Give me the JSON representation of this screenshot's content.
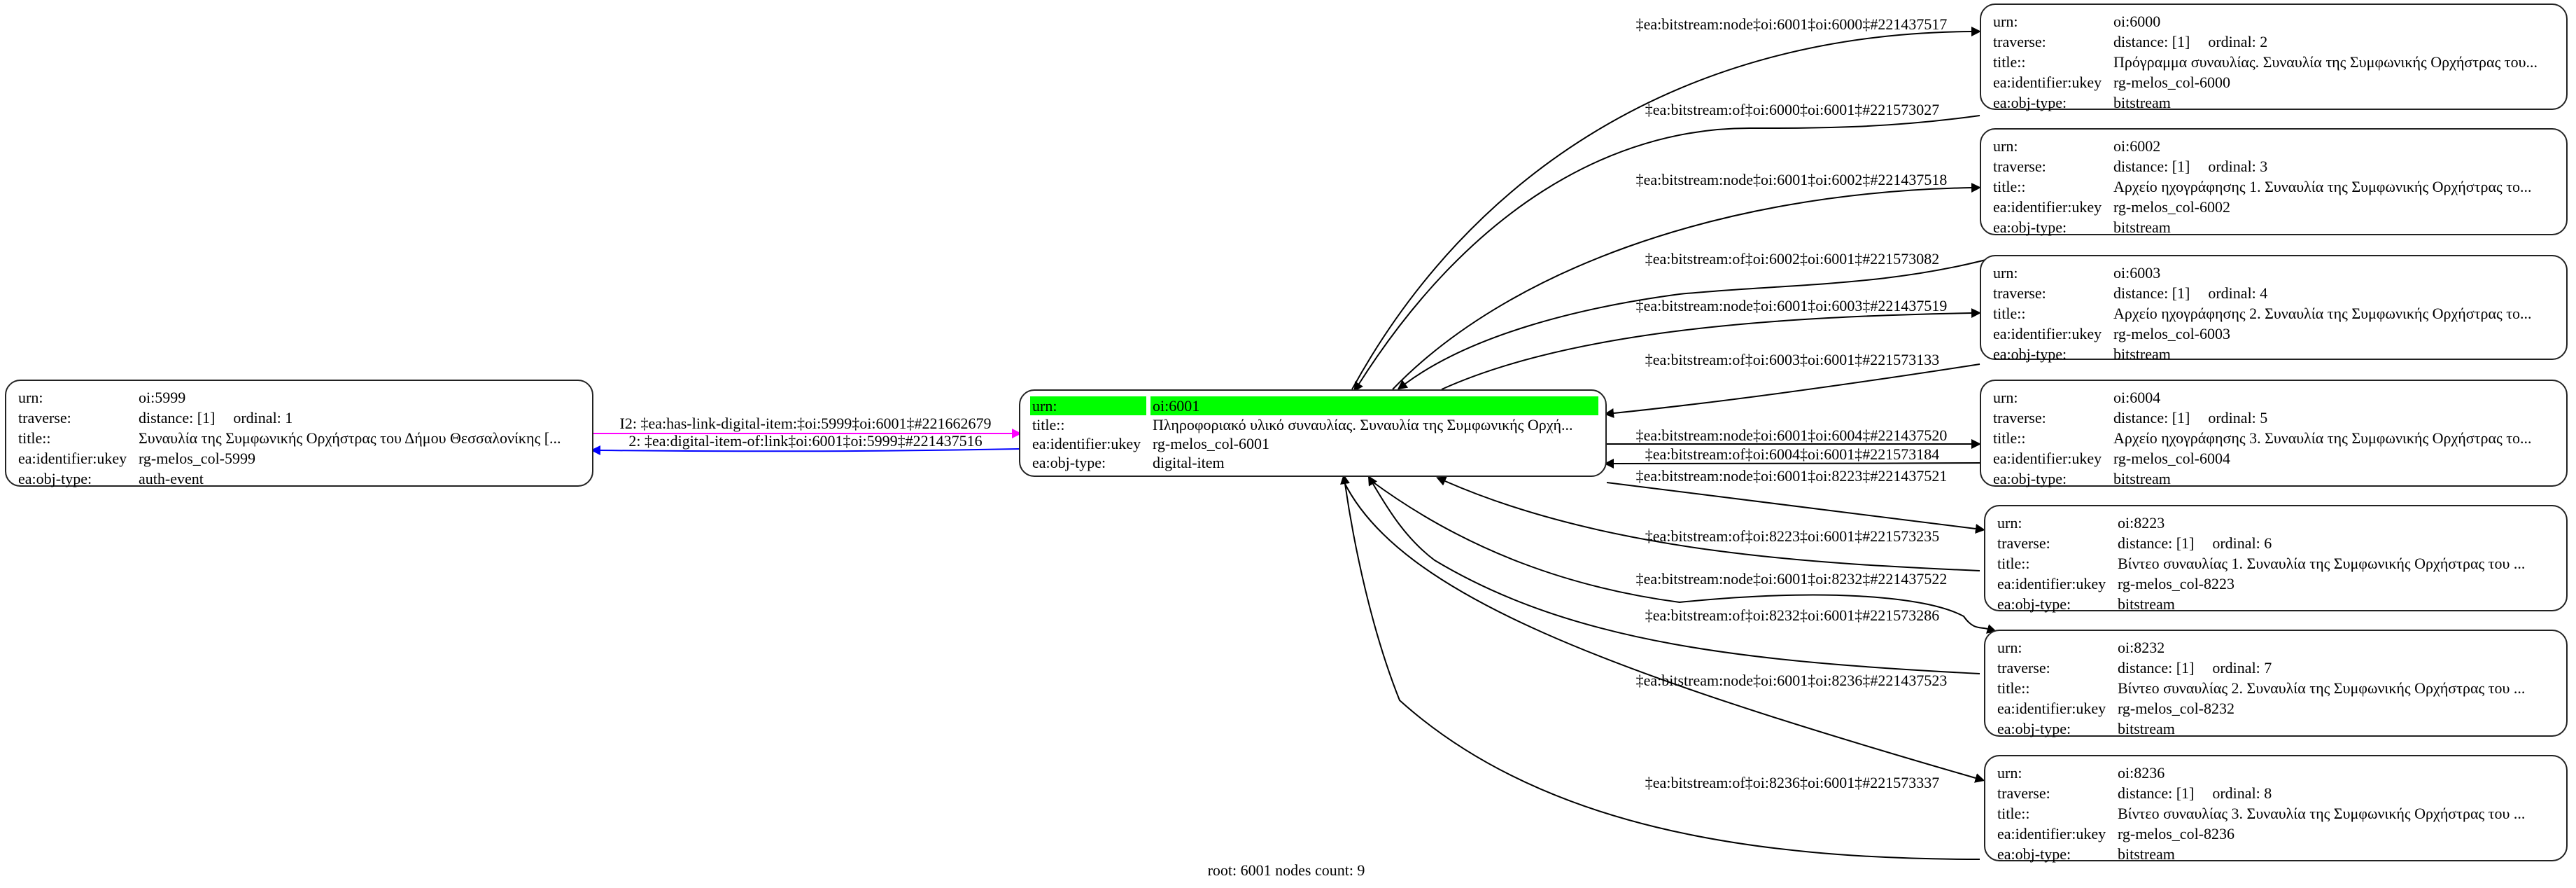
{
  "graph": {
    "footer": "root: 6001 nodes count: 9",
    "root_highlight_color": "#00ff00",
    "nodes": [
      {
        "id": "5999",
        "rows": [
          {
            "k": "urn:",
            "v": "oi:5999"
          },
          {
            "k": "traverse:",
            "v": "distance: [1]",
            "v2": "ordinal: 1"
          },
          {
            "k": "title::",
            "v": "Συναυλία της Συμφωνικής Ορχήστρας του Δήμου Θεσσαλονίκης [..."
          },
          {
            "k": "ea:identifier:ukey",
            "v": "rg-melos_col-5999"
          },
          {
            "k": "ea:obj-type:",
            "v": "auth-event"
          }
        ]
      },
      {
        "id": "6001",
        "root": true,
        "rows": [
          {
            "k": "urn:",
            "v": "oi:6001"
          },
          {
            "k": "title::",
            "v": "Πληροφοριακό υλικό συναυλίας. Συναυλία της Συμφωνικής Ορχή..."
          },
          {
            "k": "ea:identifier:ukey",
            "v": "rg-melos_col-6001"
          },
          {
            "k": "ea:obj-type:",
            "v": "digital-item"
          }
        ]
      },
      {
        "id": "6000",
        "rows": [
          {
            "k": "urn:",
            "v": "oi:6000"
          },
          {
            "k": "traverse:",
            "v": "distance: [1]",
            "v2": "ordinal: 2"
          },
          {
            "k": "title::",
            "v": "Πρόγραμμα συναυλίας. Συναυλία της Συμφωνικής Ορχήστρας του..."
          },
          {
            "k": "ea:identifier:ukey",
            "v": "rg-melos_col-6000"
          },
          {
            "k": "ea:obj-type:",
            "v": "bitstream"
          }
        ]
      },
      {
        "id": "6002",
        "rows": [
          {
            "k": "urn:",
            "v": "oi:6002"
          },
          {
            "k": "traverse:",
            "v": "distance: [1]",
            "v2": "ordinal: 3"
          },
          {
            "k": "title::",
            "v": "Αρχείο ηχογράφησης 1. Συναυλία της Συμφωνικής Ορχήστρας το..."
          },
          {
            "k": "ea:identifier:ukey",
            "v": "rg-melos_col-6002"
          },
          {
            "k": "ea:obj-type:",
            "v": "bitstream"
          }
        ]
      },
      {
        "id": "6003",
        "rows": [
          {
            "k": "urn:",
            "v": "oi:6003"
          },
          {
            "k": "traverse:",
            "v": "distance: [1]",
            "v2": "ordinal: 4"
          },
          {
            "k": "title::",
            "v": "Αρχείο ηχογράφησης 2. Συναυλία της Συμφωνικής Ορχήστρας το..."
          },
          {
            "k": "ea:identifier:ukey",
            "v": "rg-melos_col-6003"
          },
          {
            "k": "ea:obj-type:",
            "v": "bitstream"
          }
        ]
      },
      {
        "id": "6004",
        "rows": [
          {
            "k": "urn:",
            "v": "oi:6004"
          },
          {
            "k": "traverse:",
            "v": "distance: [1]",
            "v2": "ordinal: 5"
          },
          {
            "k": "title::",
            "v": "Αρχείο ηχογράφησης 3. Συναυλία της Συμφωνικής Ορχήστρας το..."
          },
          {
            "k": "ea:identifier:ukey",
            "v": "rg-melos_col-6004"
          },
          {
            "k": "ea:obj-type:",
            "v": "bitstream"
          }
        ]
      },
      {
        "id": "8223",
        "rows": [
          {
            "k": "urn:",
            "v": "oi:8223"
          },
          {
            "k": "traverse:",
            "v": "distance: [1]",
            "v2": "ordinal: 6"
          },
          {
            "k": "title::",
            "v": "Βίντεο συναυλίας 1. Συναυλία της Συμφωνικής Ορχήστρας του ..."
          },
          {
            "k": "ea:identifier:ukey",
            "v": "rg-melos_col-8223"
          },
          {
            "k": "ea:obj-type:",
            "v": "bitstream"
          }
        ]
      },
      {
        "id": "8232",
        "rows": [
          {
            "k": "urn:",
            "v": "oi:8232"
          },
          {
            "k": "traverse:",
            "v": "distance: [1]",
            "v2": "ordinal: 7"
          },
          {
            "k": "title::",
            "v": "Βίντεο συναυλίας 2. Συναυλία της Συμφωνικής Ορχήστρας του ..."
          },
          {
            "k": "ea:identifier:ukey",
            "v": "rg-melos_col-8232"
          },
          {
            "k": "ea:obj-type:",
            "v": "bitstream"
          }
        ]
      },
      {
        "id": "8236",
        "rows": [
          {
            "k": "urn:",
            "v": "oi:8236"
          },
          {
            "k": "traverse:",
            "v": "distance: [1]",
            "v2": "ordinal: 8"
          },
          {
            "k": "title::",
            "v": "Βίντεο συναυλίας 3. Συναυλία της Συμφωνικής Ορχήστρας του ..."
          },
          {
            "k": "ea:identifier:ukey",
            "v": "rg-melos_col-8236"
          },
          {
            "k": "ea:obj-type:",
            "v": "bitstream"
          }
        ]
      }
    ],
    "edges": [
      {
        "from": "5999",
        "to": "6001",
        "label": "I2: ‡ea:has-link-digital-item:‡oi:5999‡oi:6001‡#221662679",
        "color": "#ff00ff"
      },
      {
        "from": "6001",
        "to": "5999",
        "label": "2: ‡ea:digital-item-of:link‡oi:6001‡oi:5999‡#221437516",
        "color": "#0000ff"
      },
      {
        "from": "6001",
        "to": "6000",
        "label": "‡ea:bitstream:node‡oi:6001‡oi:6000‡#221437517",
        "color": "#000000"
      },
      {
        "from": "6000",
        "to": "6001",
        "label": "‡ea:bitstream:of‡oi:6000‡oi:6001‡#221573027",
        "color": "#000000"
      },
      {
        "from": "6001",
        "to": "6002",
        "label": "‡ea:bitstream:node‡oi:6001‡oi:6002‡#221437518",
        "color": "#000000"
      },
      {
        "from": "6002",
        "to": "6001",
        "label": "‡ea:bitstream:of‡oi:6002‡oi:6001‡#221573082",
        "color": "#000000"
      },
      {
        "from": "6001",
        "to": "6003",
        "label": "‡ea:bitstream:node‡oi:6001‡oi:6003‡#221437519",
        "color": "#000000"
      },
      {
        "from": "6003",
        "to": "6001",
        "label": "‡ea:bitstream:of‡oi:6003‡oi:6001‡#221573133",
        "color": "#000000"
      },
      {
        "from": "6001",
        "to": "6004",
        "label": "‡ea:bitstream:node‡oi:6001‡oi:6004‡#221437520",
        "color": "#000000"
      },
      {
        "from": "6004",
        "to": "6001",
        "label": "‡ea:bitstream:of‡oi:6004‡oi:6001‡#221573184",
        "color": "#000000"
      },
      {
        "from": "6001",
        "to": "8223",
        "label": "‡ea:bitstream:node‡oi:6001‡oi:8223‡#221437521",
        "color": "#000000"
      },
      {
        "from": "8223",
        "to": "6001",
        "label": "‡ea:bitstream:of‡oi:8223‡oi:6001‡#221573235",
        "color": "#000000"
      },
      {
        "from": "6001",
        "to": "8232",
        "label": "‡ea:bitstream:node‡oi:6001‡oi:8232‡#221437522",
        "color": "#000000"
      },
      {
        "from": "8232",
        "to": "6001",
        "label": "‡ea:bitstream:of‡oi:8232‡oi:6001‡#221573286",
        "color": "#000000"
      },
      {
        "from": "6001",
        "to": "8236",
        "label": "‡ea:bitstream:node‡oi:6001‡oi:8236‡#221437523",
        "color": "#000000"
      },
      {
        "from": "8236",
        "to": "6001",
        "label": "‡ea:bitstream:of‡oi:8236‡oi:6001‡#221573337",
        "color": "#000000"
      }
    ]
  }
}
